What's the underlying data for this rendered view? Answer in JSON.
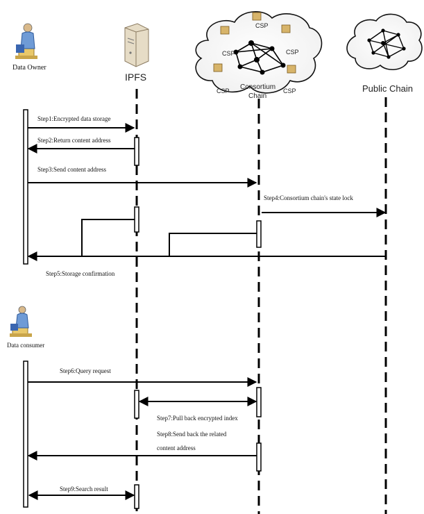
{
  "actors": {
    "data_owner": "Data Owner",
    "ipfs": "IPFS",
    "consortium_chain": "Consortium Chain",
    "public_chain": "Public Chain",
    "data_consumer": "Data consumer"
  },
  "cloud_nodes": [
    "CSP",
    "CSP",
    "CSP",
    "CSP",
    "CSP"
  ],
  "messages": {
    "step1": "Step1:Encrypted data storage",
    "step2": "Step2:Return content address",
    "step3": "Step3:Send content address",
    "step4": "Step4:Consortium chain's state lock",
    "step5": "Step5:Storage confirmation",
    "step6": "Step6:Query request",
    "step7": "Step7:Pull back encrypted index",
    "step8_line1": "Step8:Send back the related",
    "step8_line2": "content address",
    "step9": "Step9:Search result"
  },
  "icons": {
    "person": "person-at-desk-icon",
    "server": "server-tower-icon",
    "cloud": "cloud-network-icon"
  }
}
